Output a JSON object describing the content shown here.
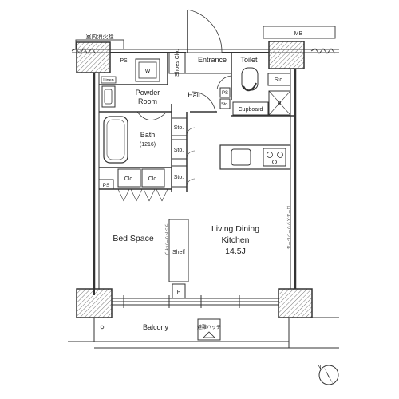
{
  "labels": {
    "fire_hydrant": "室内消火栓",
    "mb": "MB",
    "ps_top": "PS",
    "washer": "W",
    "shoes_closet": "Shoes Clo.",
    "entrance": "Entrance",
    "toilet": "Toilet",
    "linen": "Linen",
    "powder_room_line1": "Powder",
    "powder_room_line2": "Room",
    "hall": "Hall",
    "ps_toilet": "PS",
    "sto_toilet": "Sto.",
    "sto_small": "Sto.",
    "cupboard": "Cupboard",
    "refrigerator": "R",
    "bath": "Bath",
    "bath_size": "(1216)",
    "sto_1": "Sto.",
    "sto_2": "Sto.",
    "sto_3": "Sto.",
    "clo_1": "Clo.",
    "clo_2": "Clo.",
    "ps_left": "PS",
    "bed_space": "Bed Space",
    "shelf": "Shelf",
    "partition_note": "ランドリーパイプ",
    "curtain_note": "ロールスクリーンレール",
    "living_line1": "Living Dining",
    "living_line2": "Kitchen",
    "living_size": "14.5J",
    "pipe_space_p": "P",
    "balcony": "Balcony",
    "evac_hatch": "避難ハッチ",
    "north": "N"
  }
}
